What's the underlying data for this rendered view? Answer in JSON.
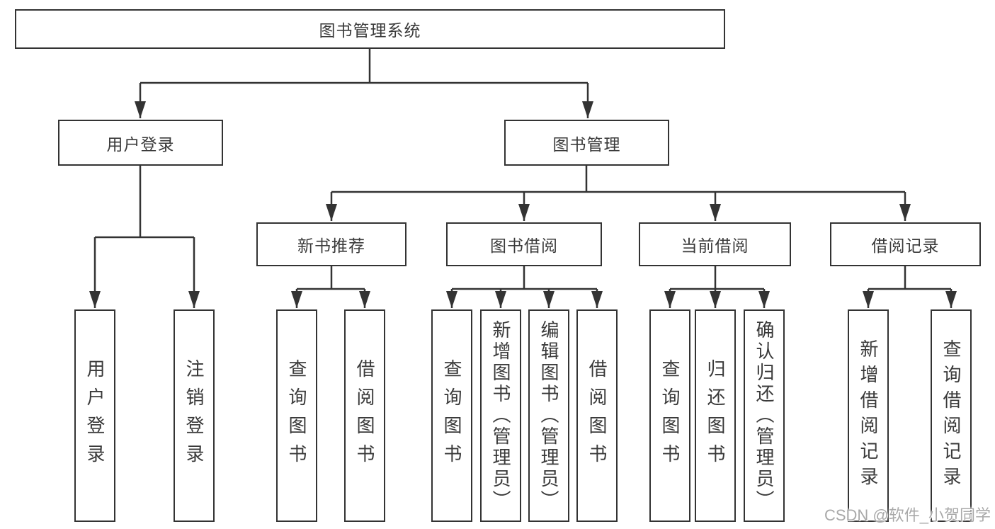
{
  "tree": {
    "root": "图书管理系统",
    "branches": [
      {
        "label": "用户登录",
        "children": [
          "用户登录",
          "注销登录"
        ]
      },
      {
        "label": "图书管理",
        "sections": [
          {
            "label": "新书推荐",
            "children": [
              "查询图书",
              "借阅图书"
            ]
          },
          {
            "label": "图书借阅",
            "children": [
              "查询图书",
              "新增图书（管理员）",
              "编辑图书（管理员）",
              "借阅图书"
            ]
          },
          {
            "label": "当前借阅",
            "children": [
              "查询图书",
              "归还图书",
              "确认归还（管理员）"
            ]
          },
          {
            "label": "借阅记录",
            "children": [
              "新增借阅记录",
              "查询借阅记录"
            ]
          }
        ]
      }
    ]
  },
  "watermark": "CSDN @软件_小贺同学",
  "colors": {
    "line": "#333333",
    "text": "#3a3a3a",
    "watermark": "#a9a9a9",
    "background": "#ffffff"
  }
}
